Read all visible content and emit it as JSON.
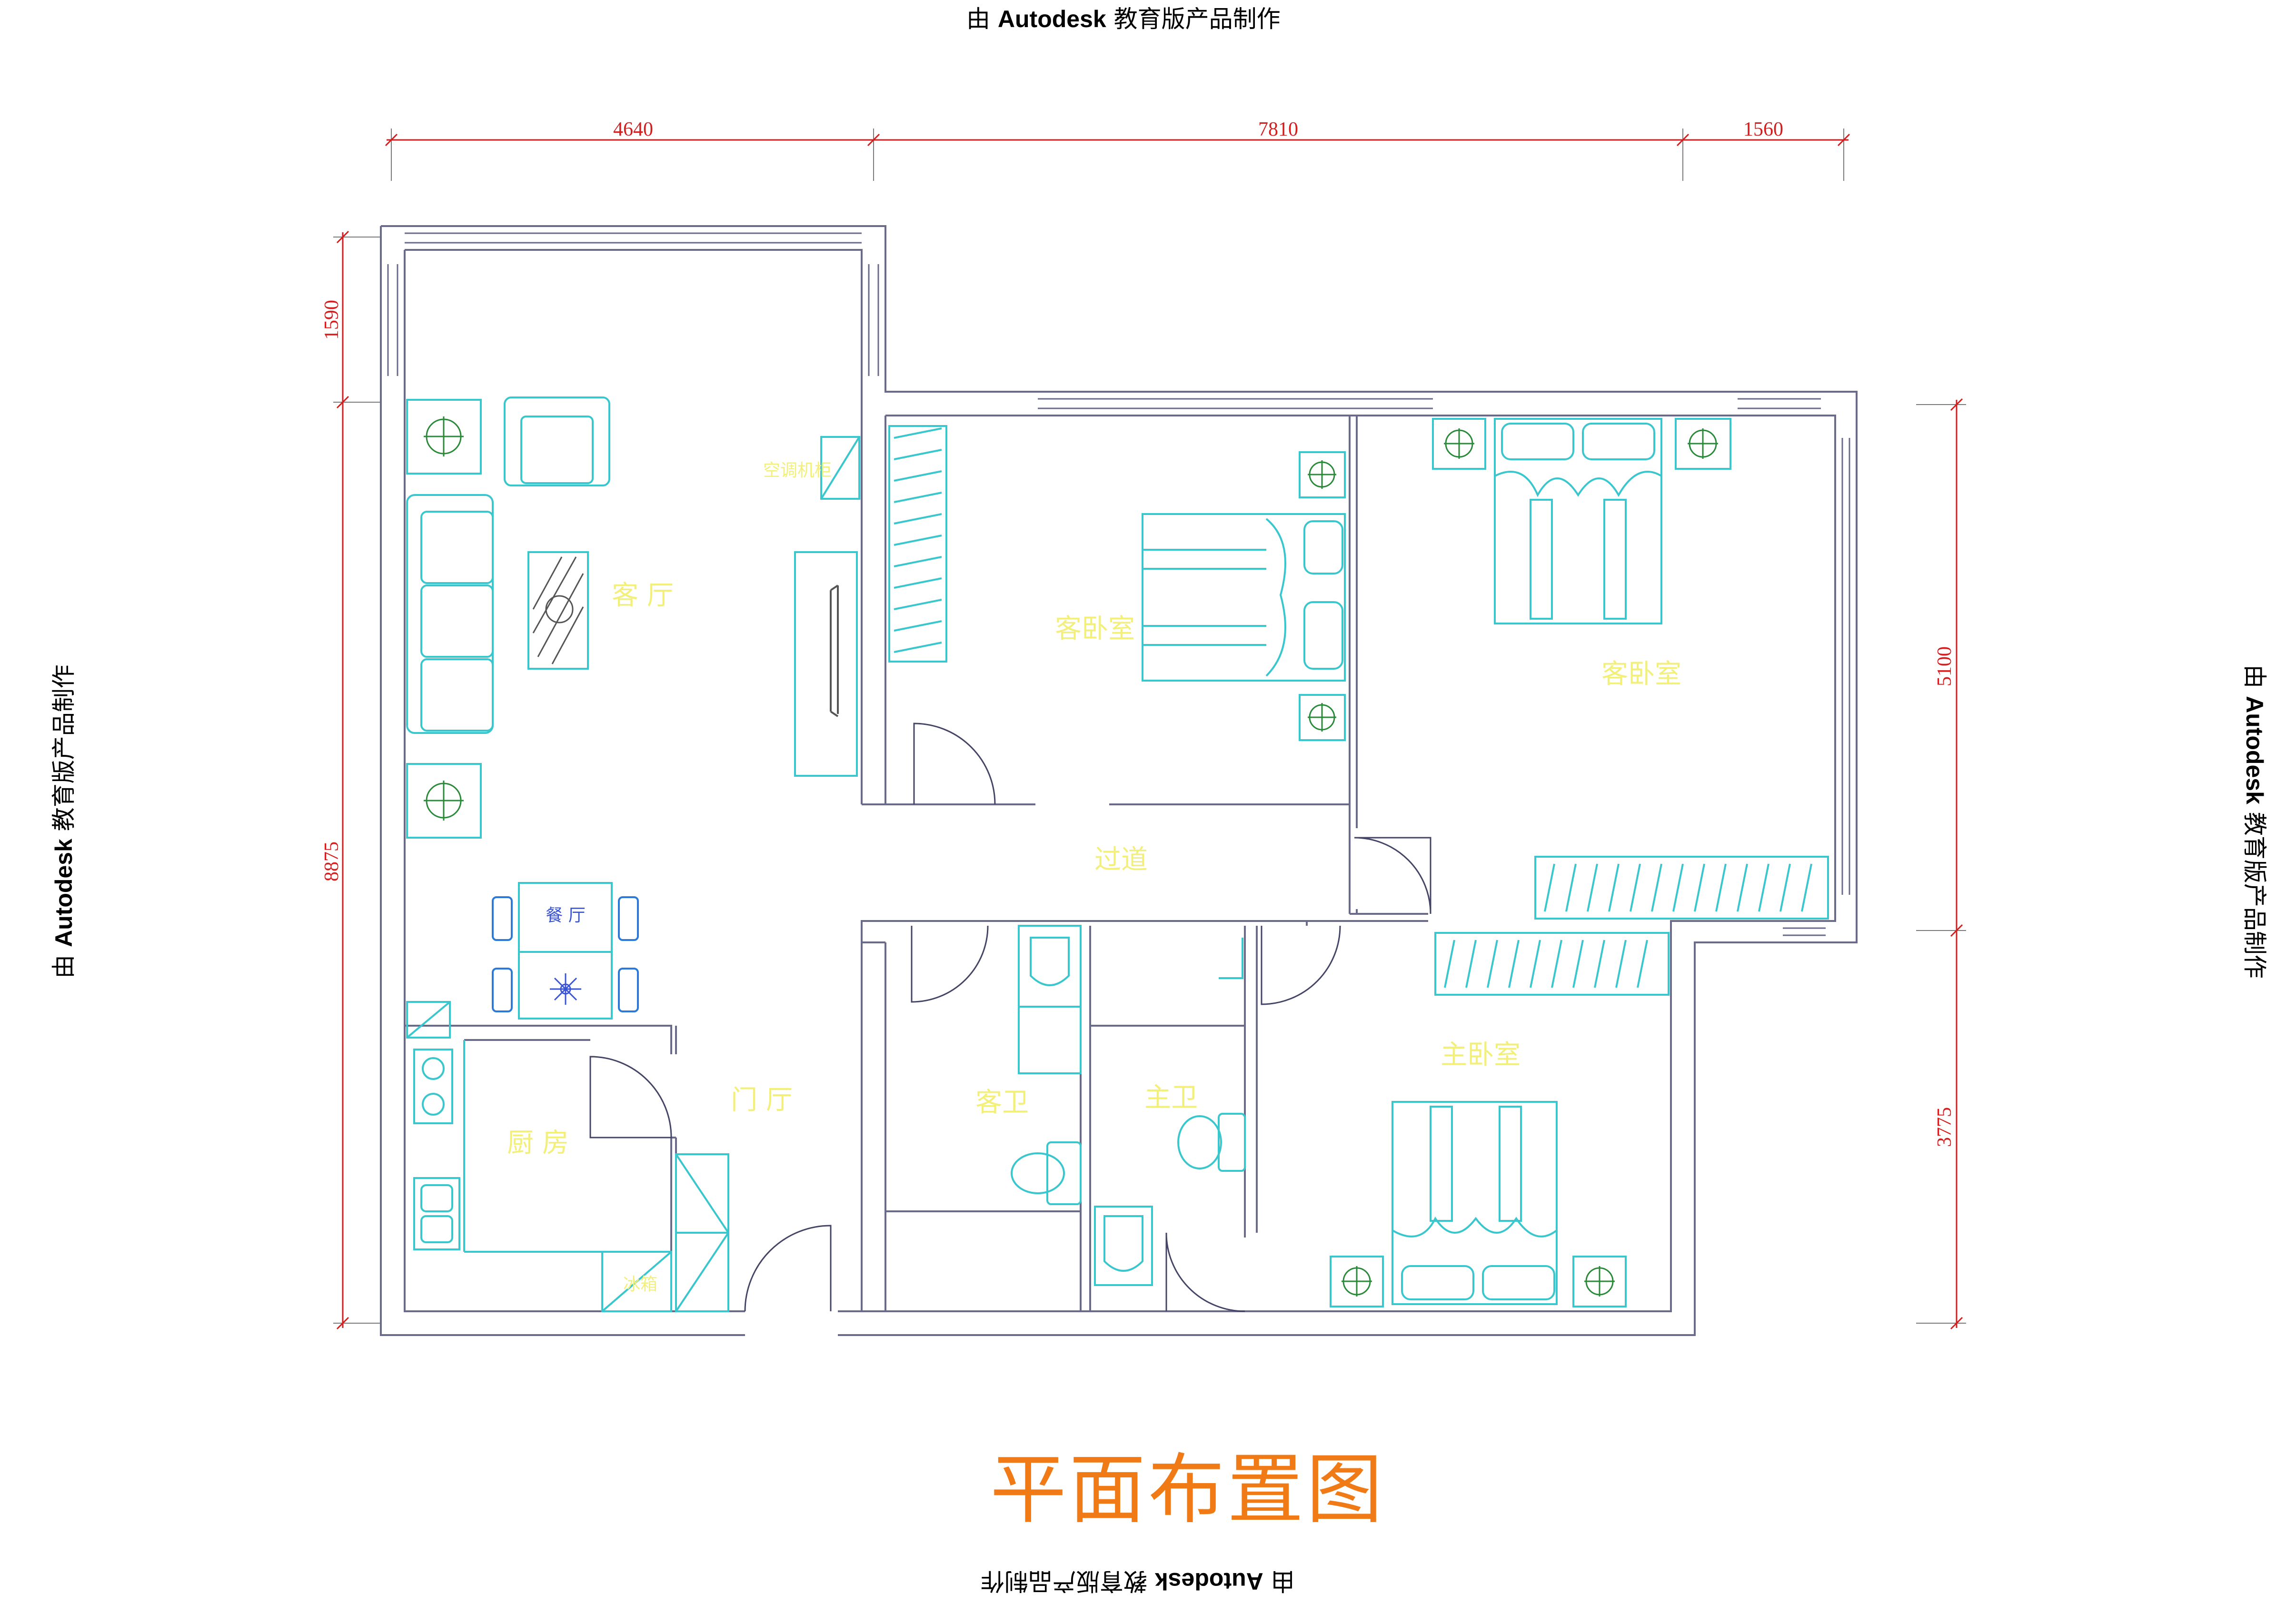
{
  "watermark": {
    "prefix": "由",
    "brand": "Autodesk",
    "suffix": "教育版产品制作"
  },
  "title": "平面布置图",
  "dimensions": {
    "top": [
      "4640",
      "7810",
      "1560"
    ],
    "left": [
      "1590",
      "8875"
    ],
    "right": [
      "5100",
      "3775"
    ]
  },
  "rooms": {
    "living": "客 厅",
    "ac": "空调机柜",
    "guest_bedroom_1": "客卧室",
    "guest_bedroom_2": "客卧室",
    "corridor": "过道",
    "dining": "餐 厅",
    "kitchen": "厨 房",
    "foyer": "门 厅",
    "guest_bath": "客卫",
    "master_bath": "主卫",
    "master_bedroom": "主卧室",
    "fridge": "冰箱"
  },
  "colors": {
    "walls": "#6a6a8a",
    "furniture": "#39c6cc",
    "dimensions": "#d21e1e",
    "room_labels": "#f2f07a",
    "title": "#f07b16"
  },
  "icons": [
    "plant-icon",
    "door-swing-icon",
    "toilet-icon",
    "sink-icon",
    "bed-icon",
    "sofa-icon",
    "stove-icon",
    "wardrobe-icon"
  ]
}
